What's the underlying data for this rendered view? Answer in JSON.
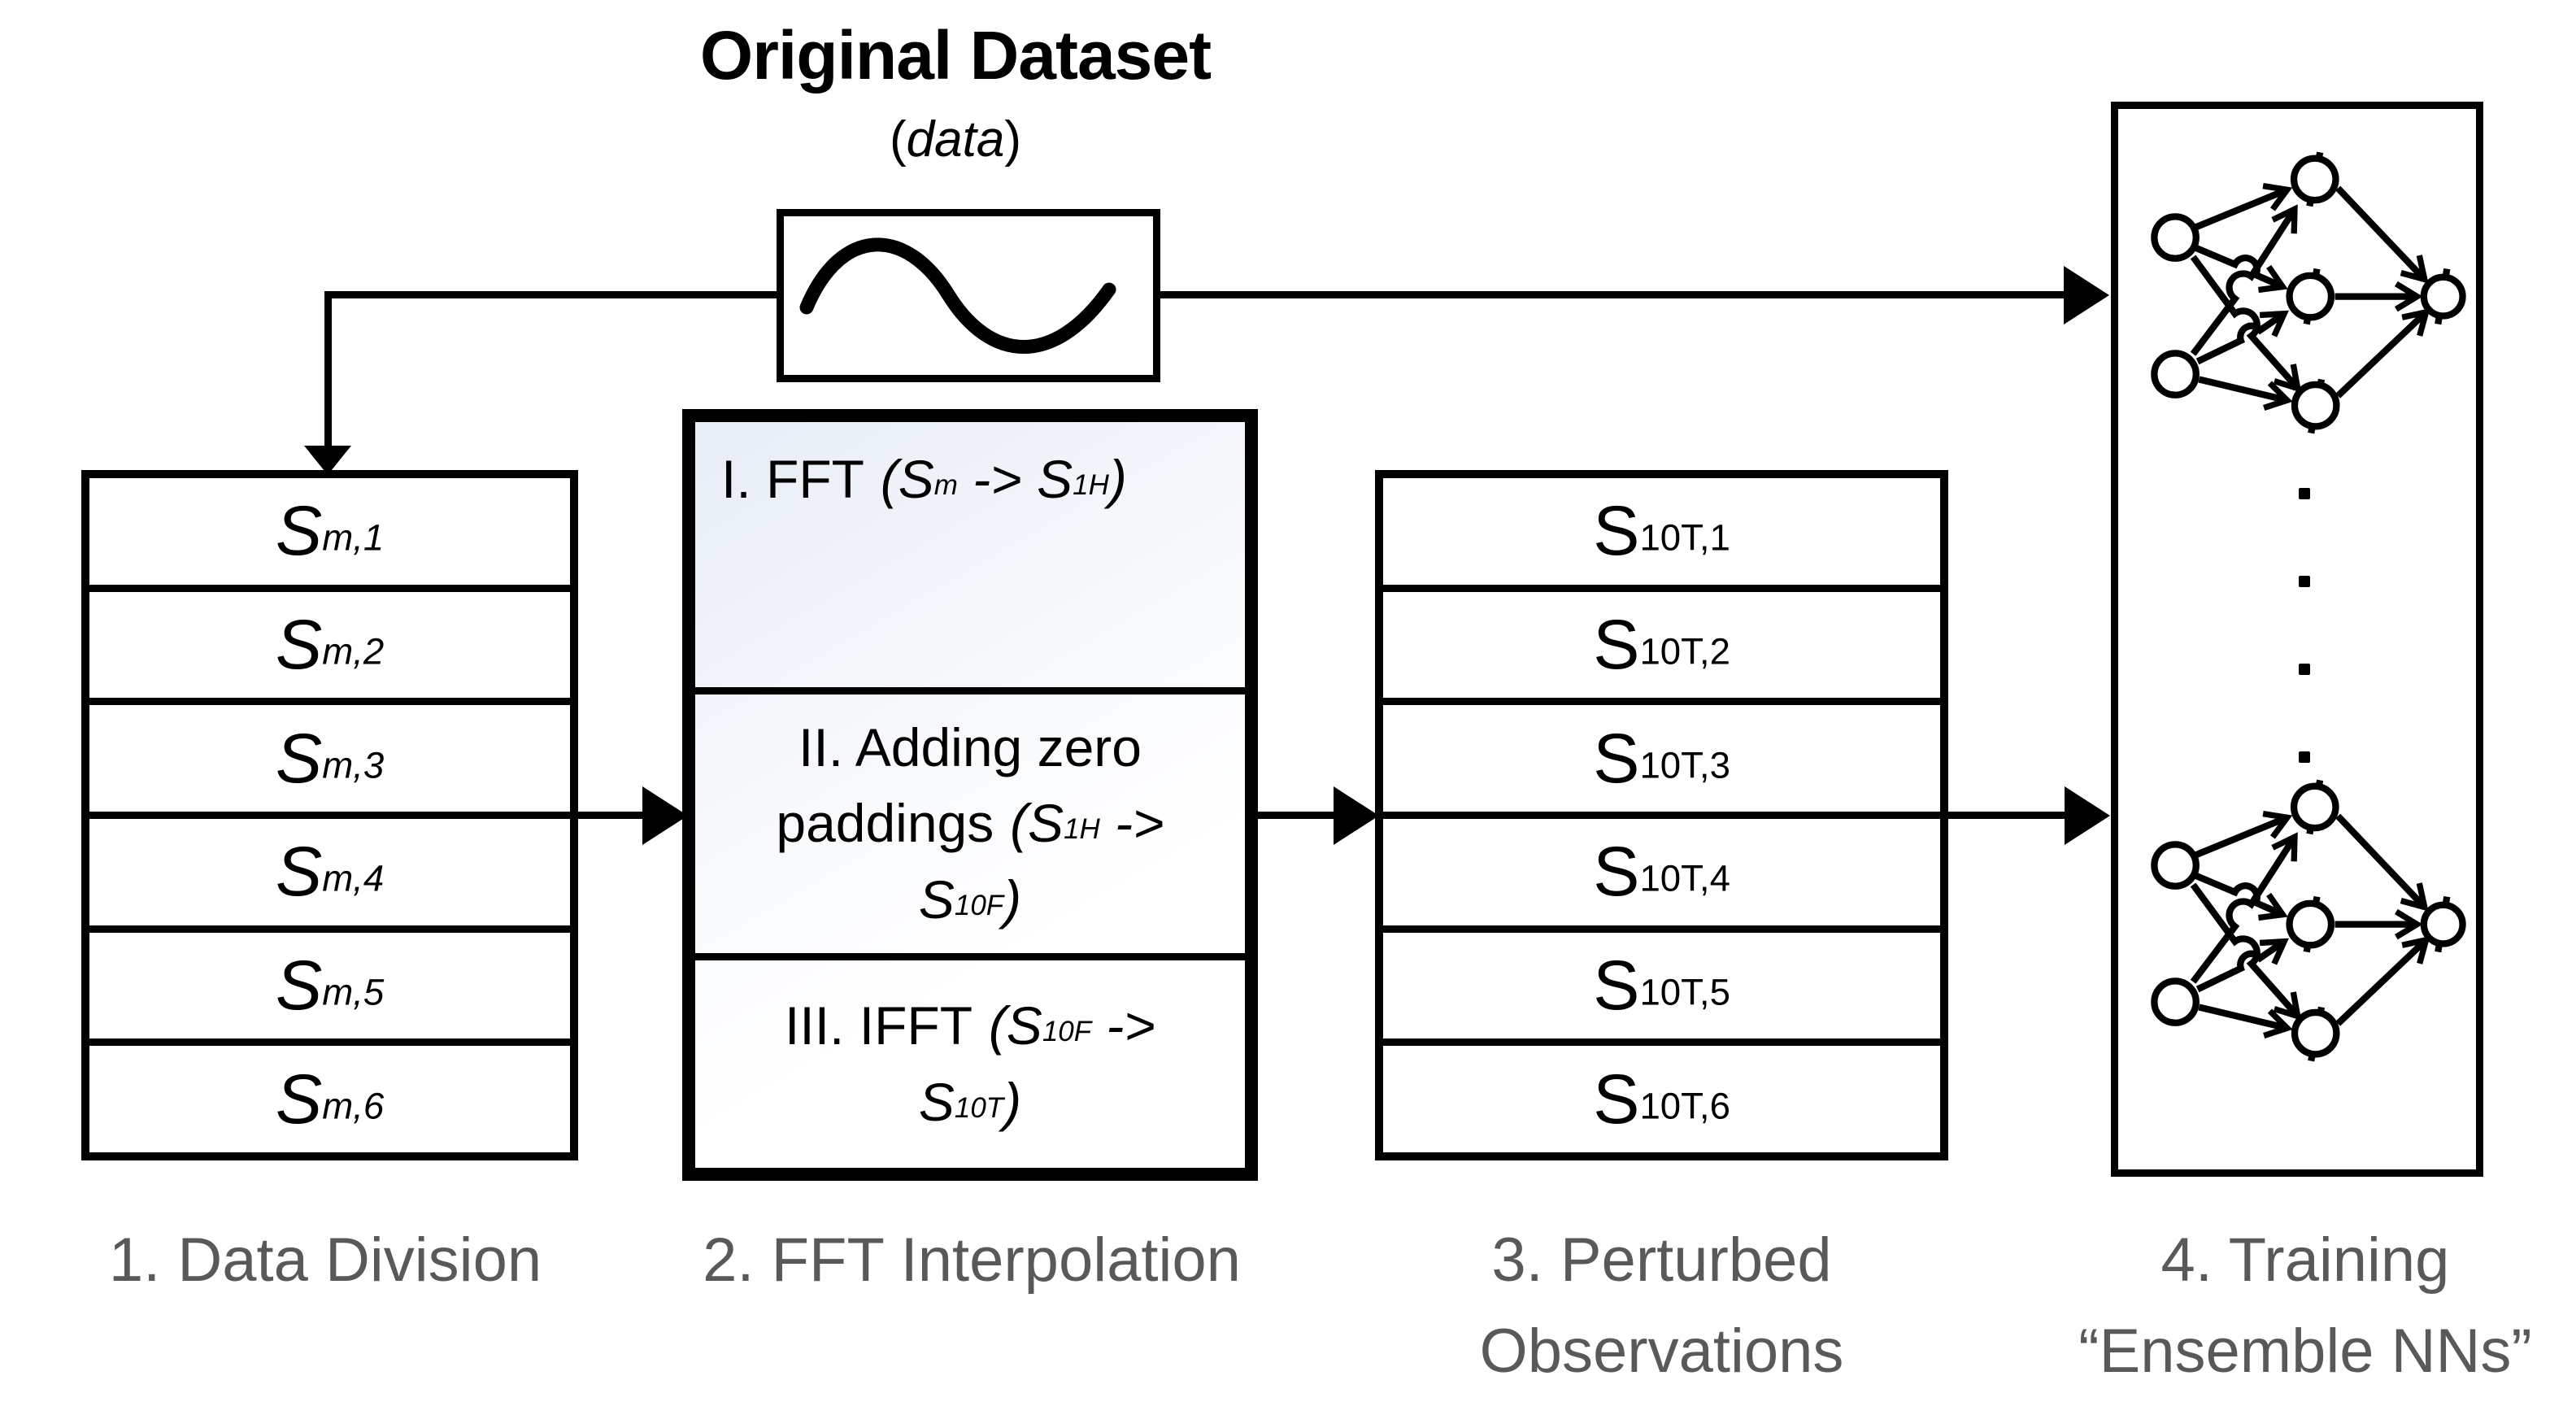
{
  "header": {
    "title": "Original Dataset",
    "sub_open": "(",
    "sub_word": "data",
    "sub_close": ")"
  },
  "division": {
    "caption": "1. Data Division",
    "rows": [
      {
        "base": "S",
        "sub": "m,1"
      },
      {
        "base": "S",
        "sub": "m,2"
      },
      {
        "base": "S",
        "sub": "m,3"
      },
      {
        "base": "S",
        "sub": "m,4"
      },
      {
        "base": "S",
        "sub": "m,5"
      },
      {
        "base": "S",
        "sub": "m,6"
      }
    ]
  },
  "fft": {
    "caption": "2. FFT Interpolation",
    "s1_label": "I. FFT",
    "s1_f1": "(S",
    "s1_sub1": "m",
    "s1_f2": " -> S",
    "s1_sub2": "1H",
    "s1_f3": ")",
    "s2_l1": "II. Adding zero",
    "s2_l2a": "paddings",
    "s2_l2b": "(S",
    "s2_l2c": "1H",
    "s2_l2d": " ->",
    "s2_l3a": "S",
    "s2_l3b": "10F",
    "s2_l3c": ")",
    "s3_l1a": "III. IFFT",
    "s3_l1b": "(S",
    "s3_l1c": "10F",
    "s3_l1d": " ->",
    "s3_l2a": "S",
    "s3_l2b": "10T",
    "s3_l2c": ")"
  },
  "perturbed": {
    "caption_line1": "3. Perturbed",
    "caption_line2": "Observations",
    "rows": [
      {
        "base": "S",
        "sub": "10T,1"
      },
      {
        "base": "S",
        "sub": "10T,2"
      },
      {
        "base": "S",
        "sub": "10T,3"
      },
      {
        "base": "S",
        "sub": "10T,4"
      },
      {
        "base": "S",
        "sub": "10T,5"
      },
      {
        "base": "S",
        "sub": "10T,6"
      }
    ]
  },
  "training": {
    "caption_line1": "4. Training",
    "caption_line2": "“Ensemble NNs”"
  },
  "icons": {
    "sine": "sine-wave-icon",
    "network": "neural-network-icon",
    "ellipsis": "vertical-ellipsis"
  },
  "colors": {
    "line": "#000000",
    "caption_text": "#595959",
    "fft_tint": "#e7ecf5"
  }
}
